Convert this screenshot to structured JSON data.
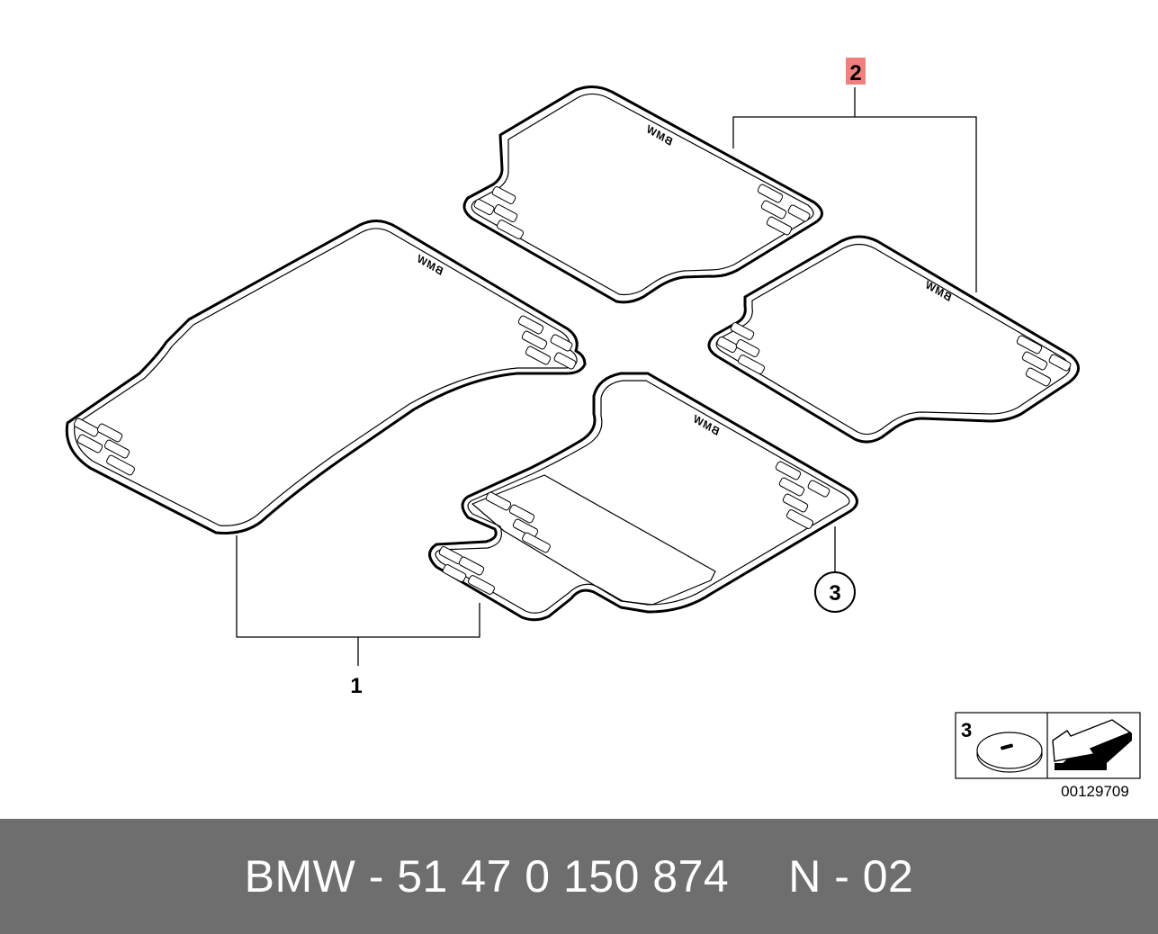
{
  "callouts": {
    "one": "1",
    "two": "2",
    "three": "3"
  },
  "mat_logo": "BMW",
  "legend_box": {
    "number": "3",
    "icon_left": "clip-fastener-icon",
    "icon_right": "arrow-direction-icon"
  },
  "diagram_code": "00129709",
  "footer": {
    "part": "BMW - 51 47 0 150 874",
    "variant": "N - 02"
  },
  "colors": {
    "footer_bg": "#6e6e6e",
    "highlight": "#f08080"
  }
}
